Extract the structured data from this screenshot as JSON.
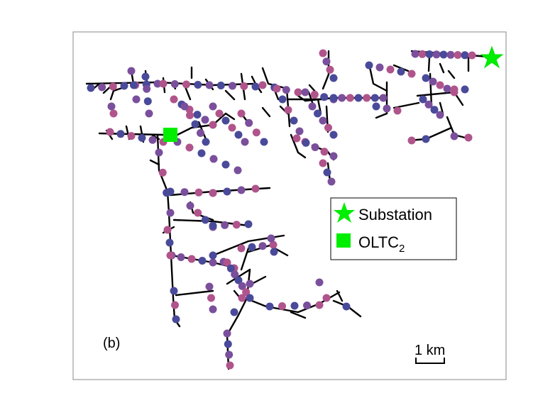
{
  "figure": {
    "panel_label": "(b)",
    "legend": {
      "substation_label": "Substation",
      "oltc_label": "OLTC",
      "oltc_subscript": "2"
    },
    "scale_bar_label": "1 km"
  },
  "colors": {
    "line": "#000000",
    "node_blue": "#4a4a9a",
    "node_purple": "#7a4f9c",
    "node_pink": "#b0548c",
    "marker_green": "#00ee00",
    "frame": "#888888"
  },
  "icons": {
    "substation": "star-icon",
    "oltc": "square-icon"
  }
}
